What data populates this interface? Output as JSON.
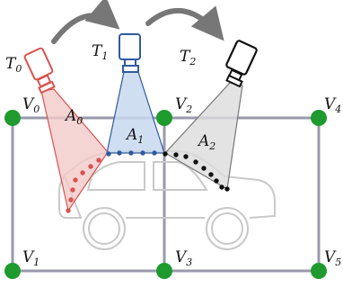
{
  "cameras": [
    {
      "name": "T",
      "sub": "0",
      "color": "#d9534f",
      "fill": "#f2c9c9"
    },
    {
      "name": "T",
      "sub": "1",
      "color": "#2f5a9e",
      "fill": "#c8d8f0"
    },
    {
      "name": "T",
      "sub": "2",
      "color": "#111111",
      "fill": "#dcdcdc"
    }
  ],
  "areas": [
    {
      "name": "A",
      "sub": "0"
    },
    {
      "name": "A",
      "sub": "1"
    },
    {
      "name": "A",
      "sub": "2"
    }
  ],
  "vertices": [
    {
      "name": "V",
      "sub": "0"
    },
    {
      "name": "V",
      "sub": "1"
    },
    {
      "name": "V",
      "sub": "2"
    },
    {
      "name": "V",
      "sub": "3"
    },
    {
      "name": "V",
      "sub": "4"
    },
    {
      "name": "V",
      "sub": "5"
    }
  ],
  "colors": {
    "grid": "#9a99ad",
    "vertex": "#1f9a2e",
    "car": "#c9c9c9",
    "arrow": "#777777"
  }
}
